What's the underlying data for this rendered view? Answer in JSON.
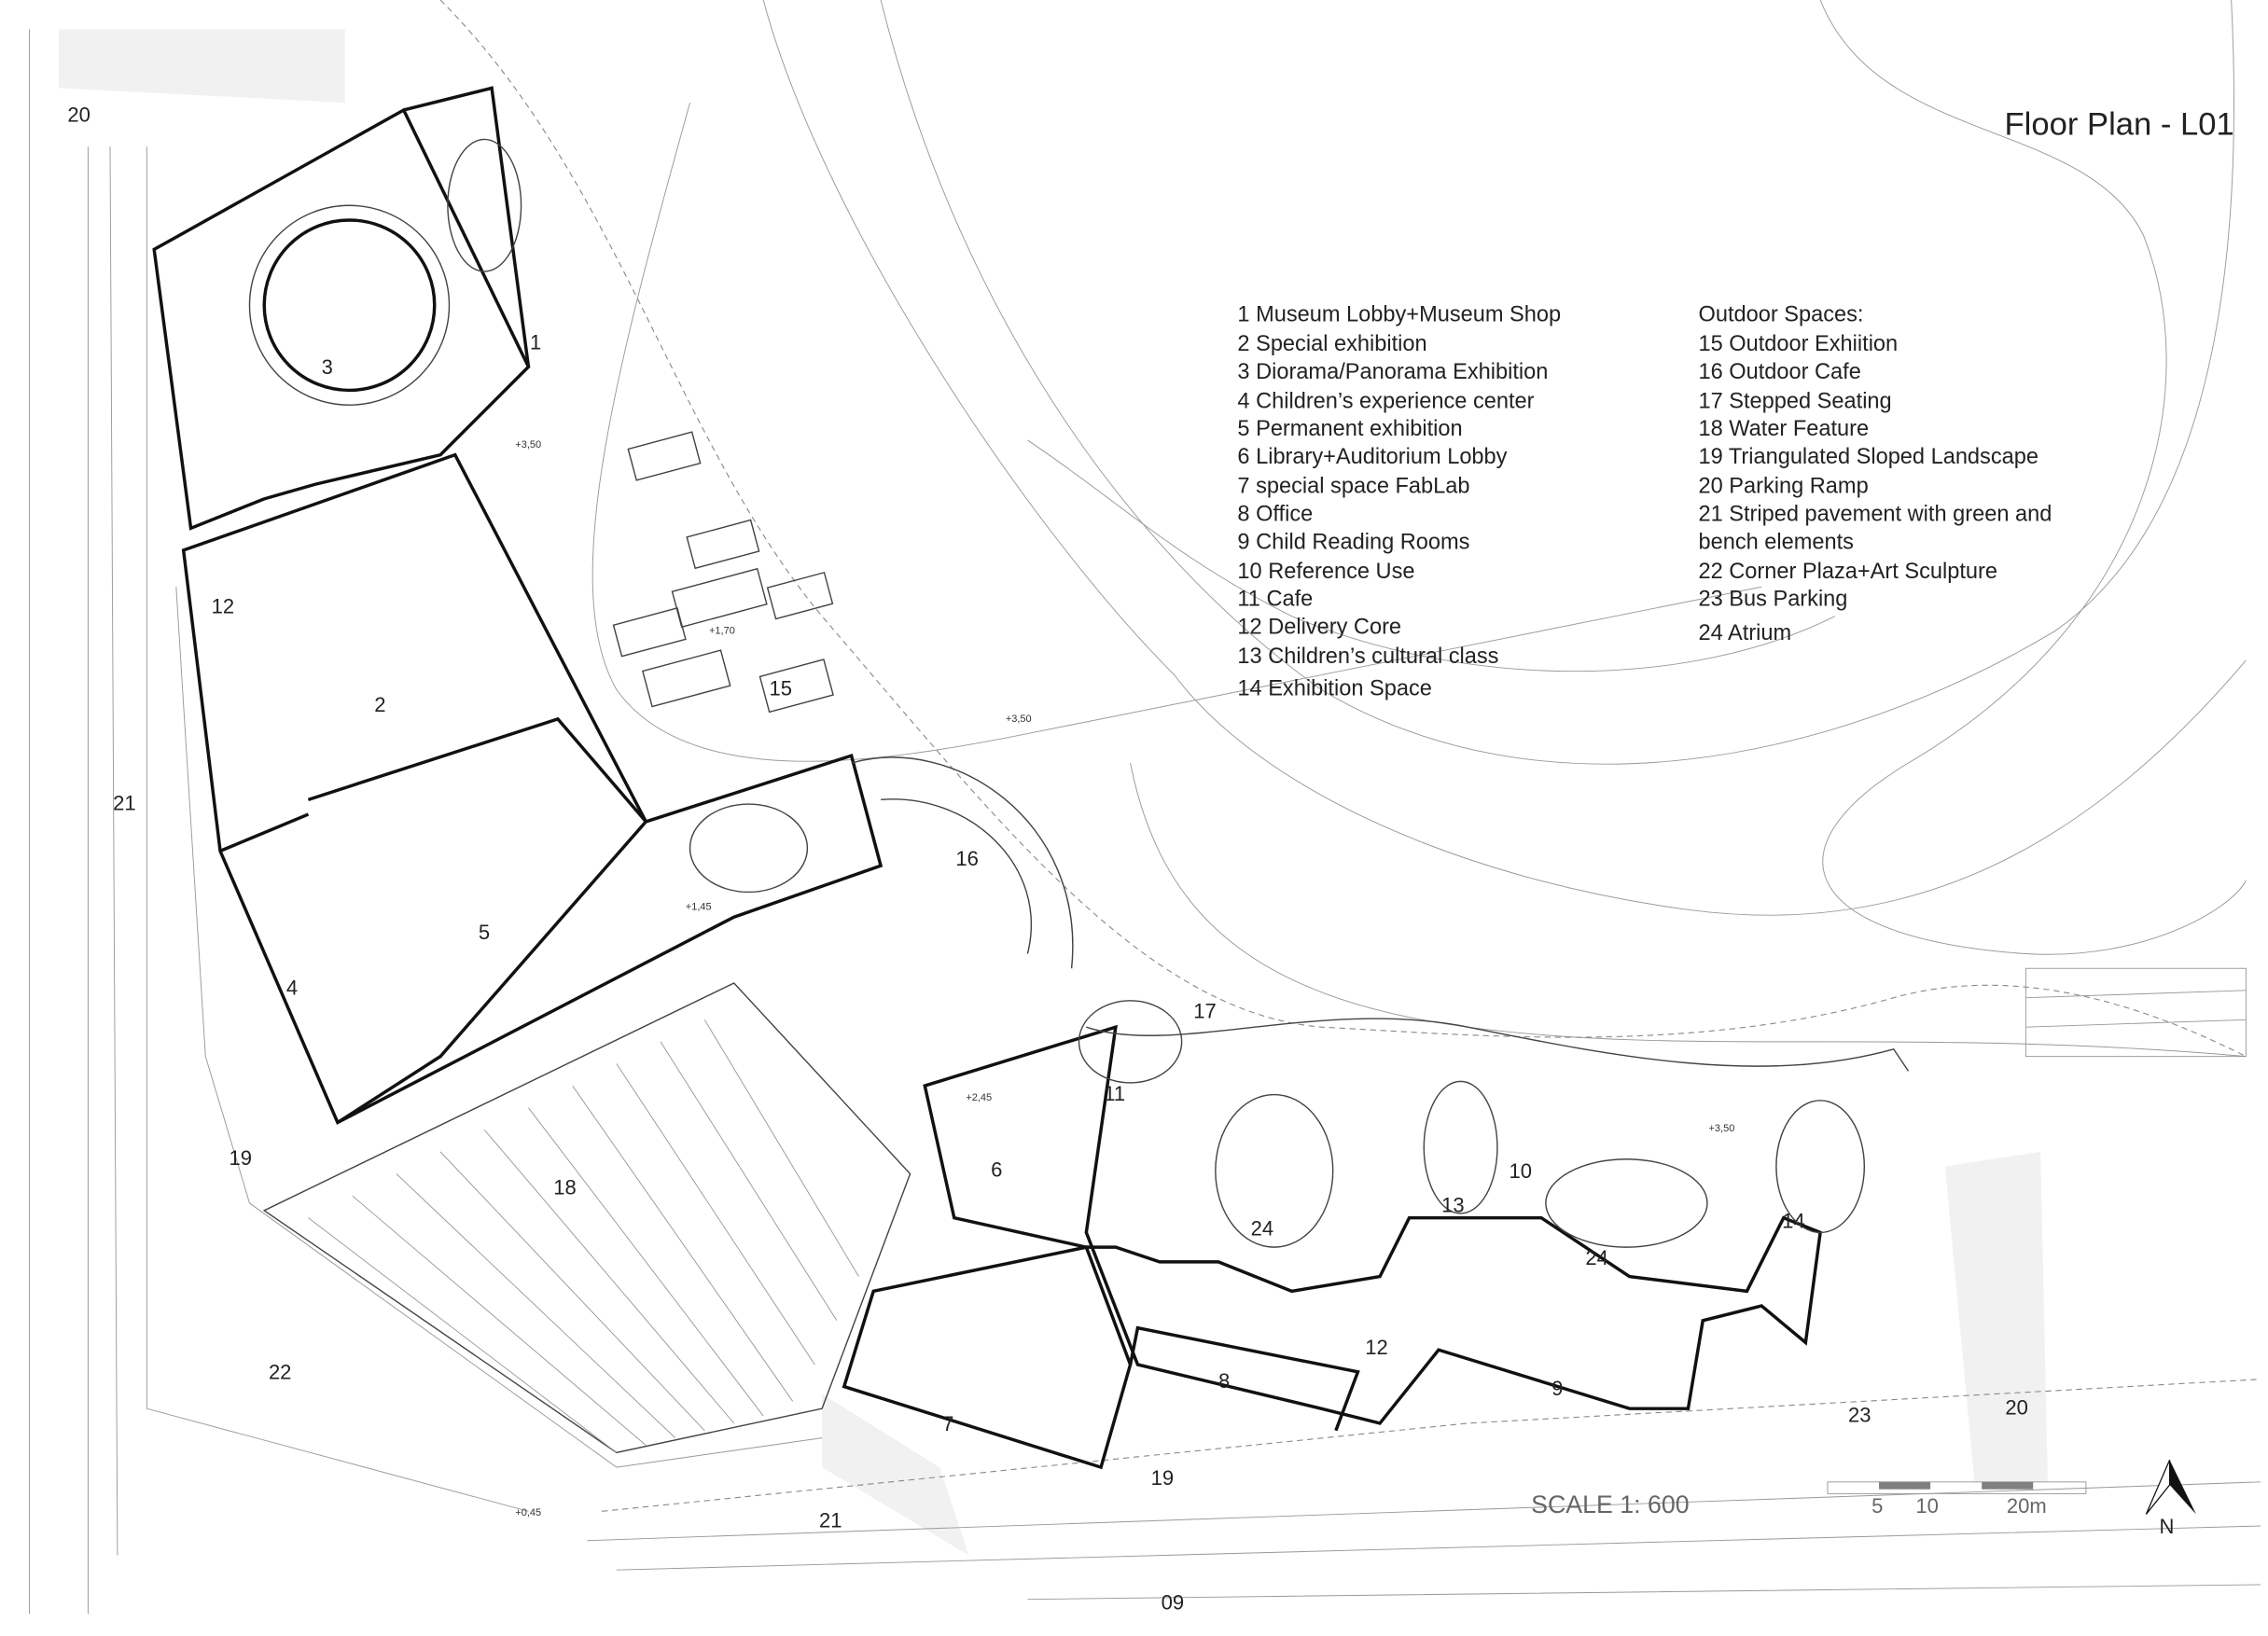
{
  "title": "Floor Plan - L01",
  "legend": {
    "rooms": [
      "1 Museum  Lobby+Museum Shop",
      "2 Special exhibition",
      "3 Diorama/Panorama Exhibition",
      "4 Children’s experience center",
      "5 Permanent exhibition",
      "6 Library+Auditorium Lobby",
      "7 special space FabLab",
      "8 Office",
      "9 Child Reading Rooms",
      "10 Reference Use",
      "11 Cafe",
      "12 Delivery Core",
      "13 Children’s cultural class",
      "14 Exhibition Space"
    ],
    "outdoor_heading": "Outdoor Spaces:",
    "outdoor": [
      "15 Outdoor Exhiition",
      "16 Outdoor Cafe",
      "17 Stepped Seating",
      "18 Water Feature",
      "19 Triangulated Sloped Landscape",
      "20 Parking Ramp",
      "21 Striped pavement with green and",
      "bench elements",
      "22 Corner Plaza+Art Sculpture",
      "23 Bus Parking",
      "24 Atrium"
    ]
  },
  "room_labels": [
    "20",
    "1",
    "3",
    "12",
    "2",
    "21",
    "4",
    "5",
    "16",
    "15",
    "17",
    "11",
    "6",
    "18",
    "19",
    "24",
    "10",
    "13",
    "24",
    "14",
    "12",
    "8",
    "9",
    "7",
    "22",
    "23",
    "20",
    "19",
    "21",
    "09"
  ],
  "levels": [
    "+3,50",
    "+1,70",
    "+3,50",
    "+1,45",
    "+2,45",
    "+3,50",
    "+0,45"
  ],
  "scale": {
    "label": "SCALE   1: 600",
    "ticks": [
      "5",
      "10",
      "20m"
    ]
  },
  "north": "N"
}
